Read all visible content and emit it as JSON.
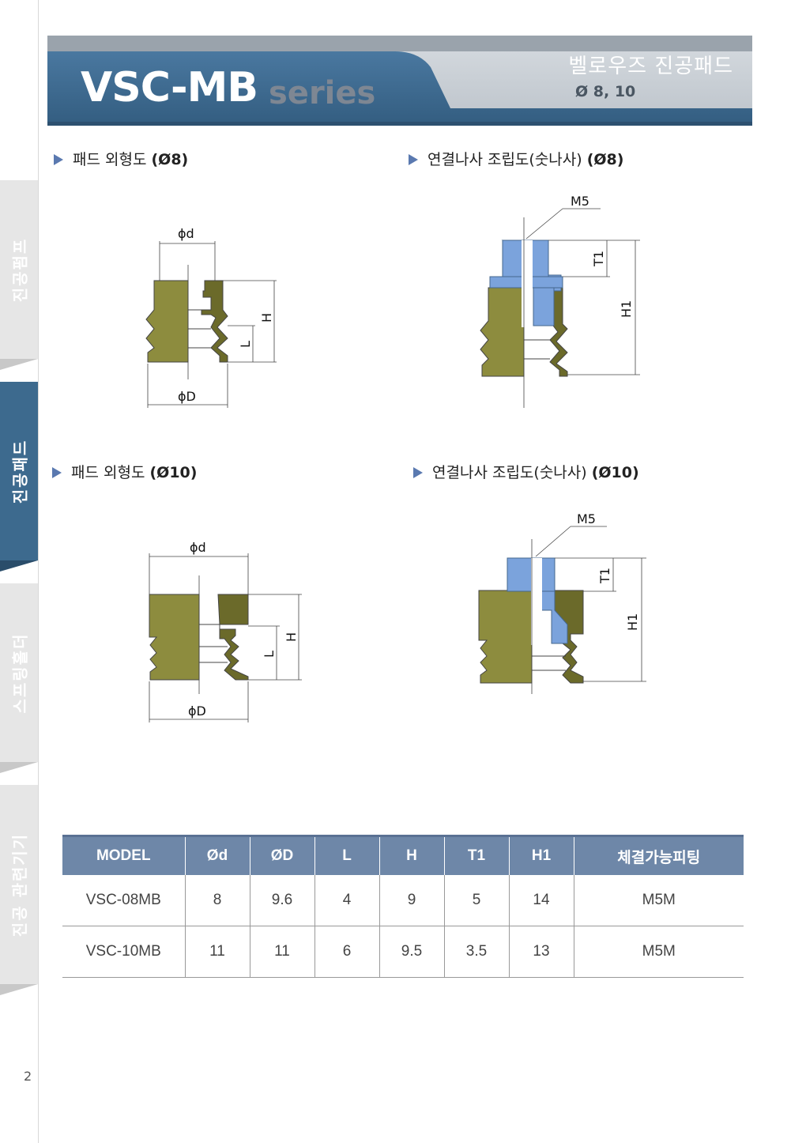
{
  "sidebar": {
    "tabs": [
      {
        "label": "진공펌프",
        "active": false
      },
      {
        "label": "진공패드",
        "active": true
      },
      {
        "label": "스프링홀더",
        "active": false
      },
      {
        "label": "진공 관련기기",
        "active": false
      }
    ],
    "page_number": "2"
  },
  "header": {
    "model": "VSC-MB",
    "series": "series",
    "product_kr": "벨로우즈 진공패드",
    "sizes": "Ø 8, 10"
  },
  "sections": {
    "pad8": {
      "title": "패드 외형도",
      "size": "(Ø8)"
    },
    "assy8": {
      "title": "연결나사 조립도(숫나사)",
      "size": "(Ø8)"
    },
    "pad10": {
      "title": "패드 외형도",
      "size": "(Ø10)"
    },
    "assy10": {
      "title": "연결나사 조립도(숫나사)",
      "size": "(Ø10)"
    }
  },
  "drawings": {
    "pad": {
      "d": "ϕd",
      "D": "ϕD",
      "H": "H",
      "L": "L"
    },
    "assy": {
      "thread": "M5",
      "T1": "T1",
      "H1": "H1"
    }
  },
  "colors": {
    "header_dark": "#3d6a8e",
    "header_light": "#c9cfd5",
    "pad_olive": "#8d8c3e",
    "pad_olive_dark": "#6b6a2a",
    "fitting_blue": "#7ba3dc",
    "table_header": "#6e87a8"
  },
  "table": {
    "headers": [
      "MODEL",
      "Ød",
      "ØD",
      "L",
      "H",
      "T1",
      "H1",
      "체결가능피팅"
    ],
    "rows": [
      [
        "VSC-08MB",
        "8",
        "9.6",
        "4",
        "9",
        "5",
        "14",
        "M5M"
      ],
      [
        "VSC-10MB",
        "11",
        "11",
        "6",
        "9.5",
        "3.5",
        "13",
        "M5M"
      ]
    ]
  }
}
